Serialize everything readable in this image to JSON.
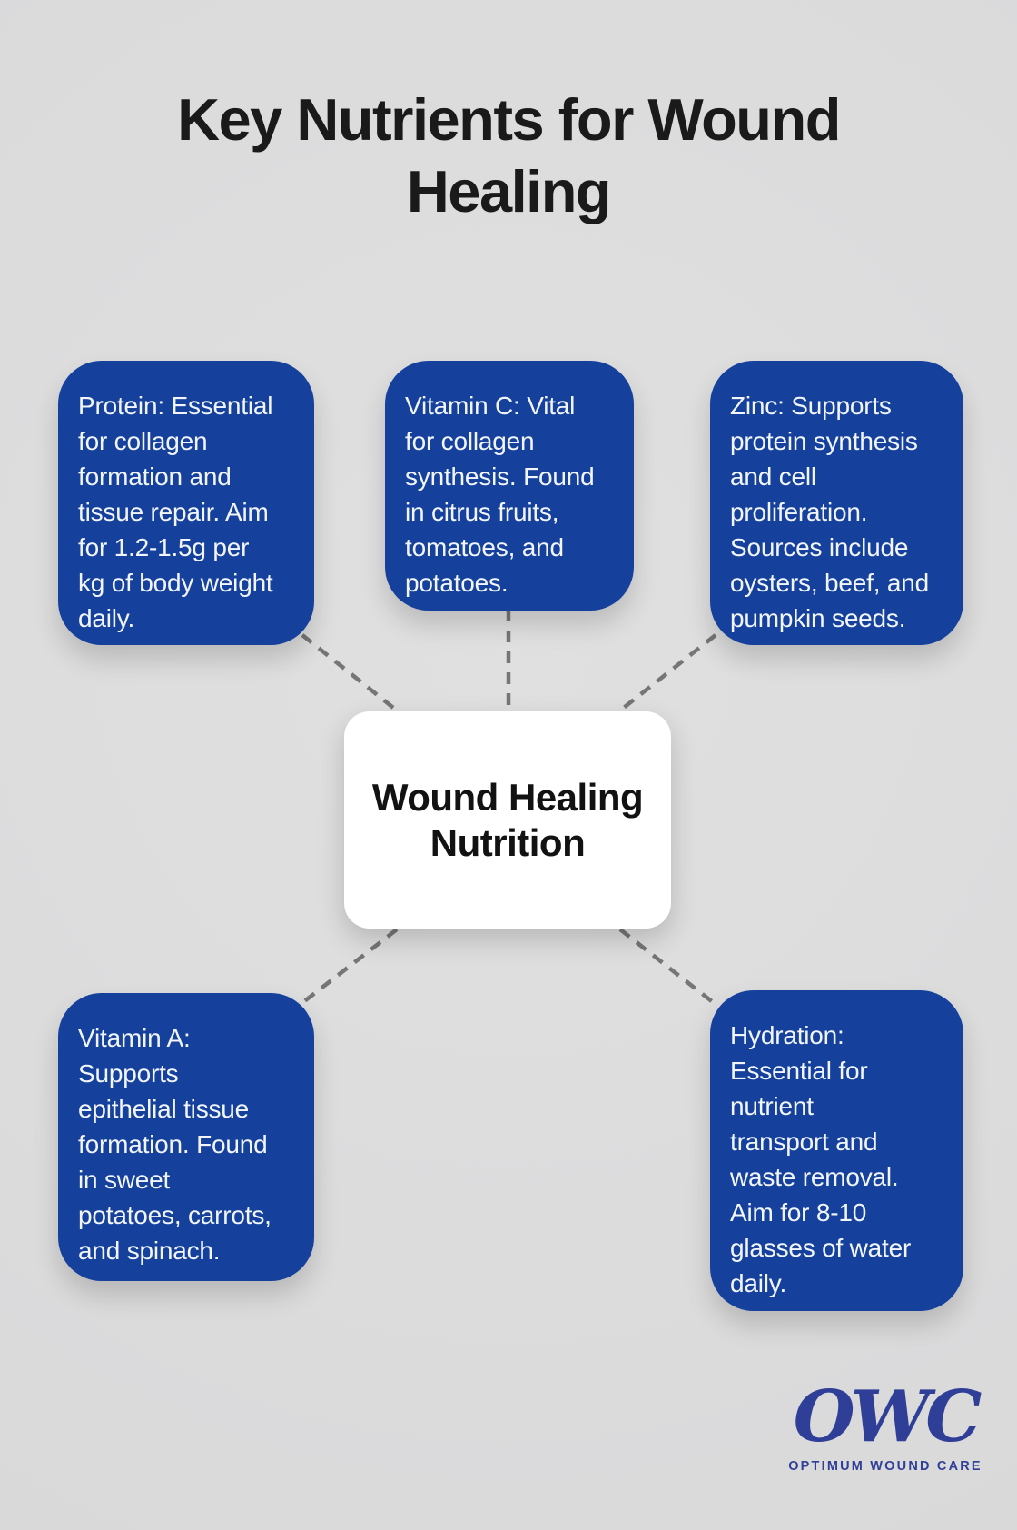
{
  "title": "Key Nutrients for Wound\nHealing",
  "center": {
    "label": "Wound Healing\nNutrition"
  },
  "nodes": [
    {
      "id": "protein",
      "text": "Protein: Essential\nfor collagen\nformation and\ntissue repair. Aim\nfor 1.2-1.5g per\nkg of body weight\ndaily."
    },
    {
      "id": "vitamin-c",
      "text": "Vitamin C: Vital\nfor collagen\nsynthesis. Found\nin citrus fruits,\ntomatoes, and\npotatoes."
    },
    {
      "id": "zinc",
      "text": "Zinc: Supports\nprotein synthesis\nand cell\nproliferation.\nSources include\noysters, beef, and\npumpkin seeds."
    },
    {
      "id": "vitamin-a",
      "text": "Vitamin A:\nSupports\nepithelial tissue\nformation. Found\nin sweet\npotatoes, carrots,\nand spinach."
    },
    {
      "id": "hydration",
      "text": "Hydration:\nEssential for\nnutrient\ntransport and\nwaste removal.\nAim for 8-10\nglasses of water\ndaily."
    }
  ],
  "logo": {
    "acronym": "OWC",
    "name": "OPTIMUM WOUND CARE"
  },
  "colors": {
    "background": "#dddddd",
    "node_blue": "#15419d",
    "node_text": "#f2f6fc",
    "center_bg": "#ffffff",
    "center_text": "#121212",
    "title_text": "#1a1a1a",
    "connector_gray": "#767676",
    "logo_blue": "#2f3f97"
  }
}
